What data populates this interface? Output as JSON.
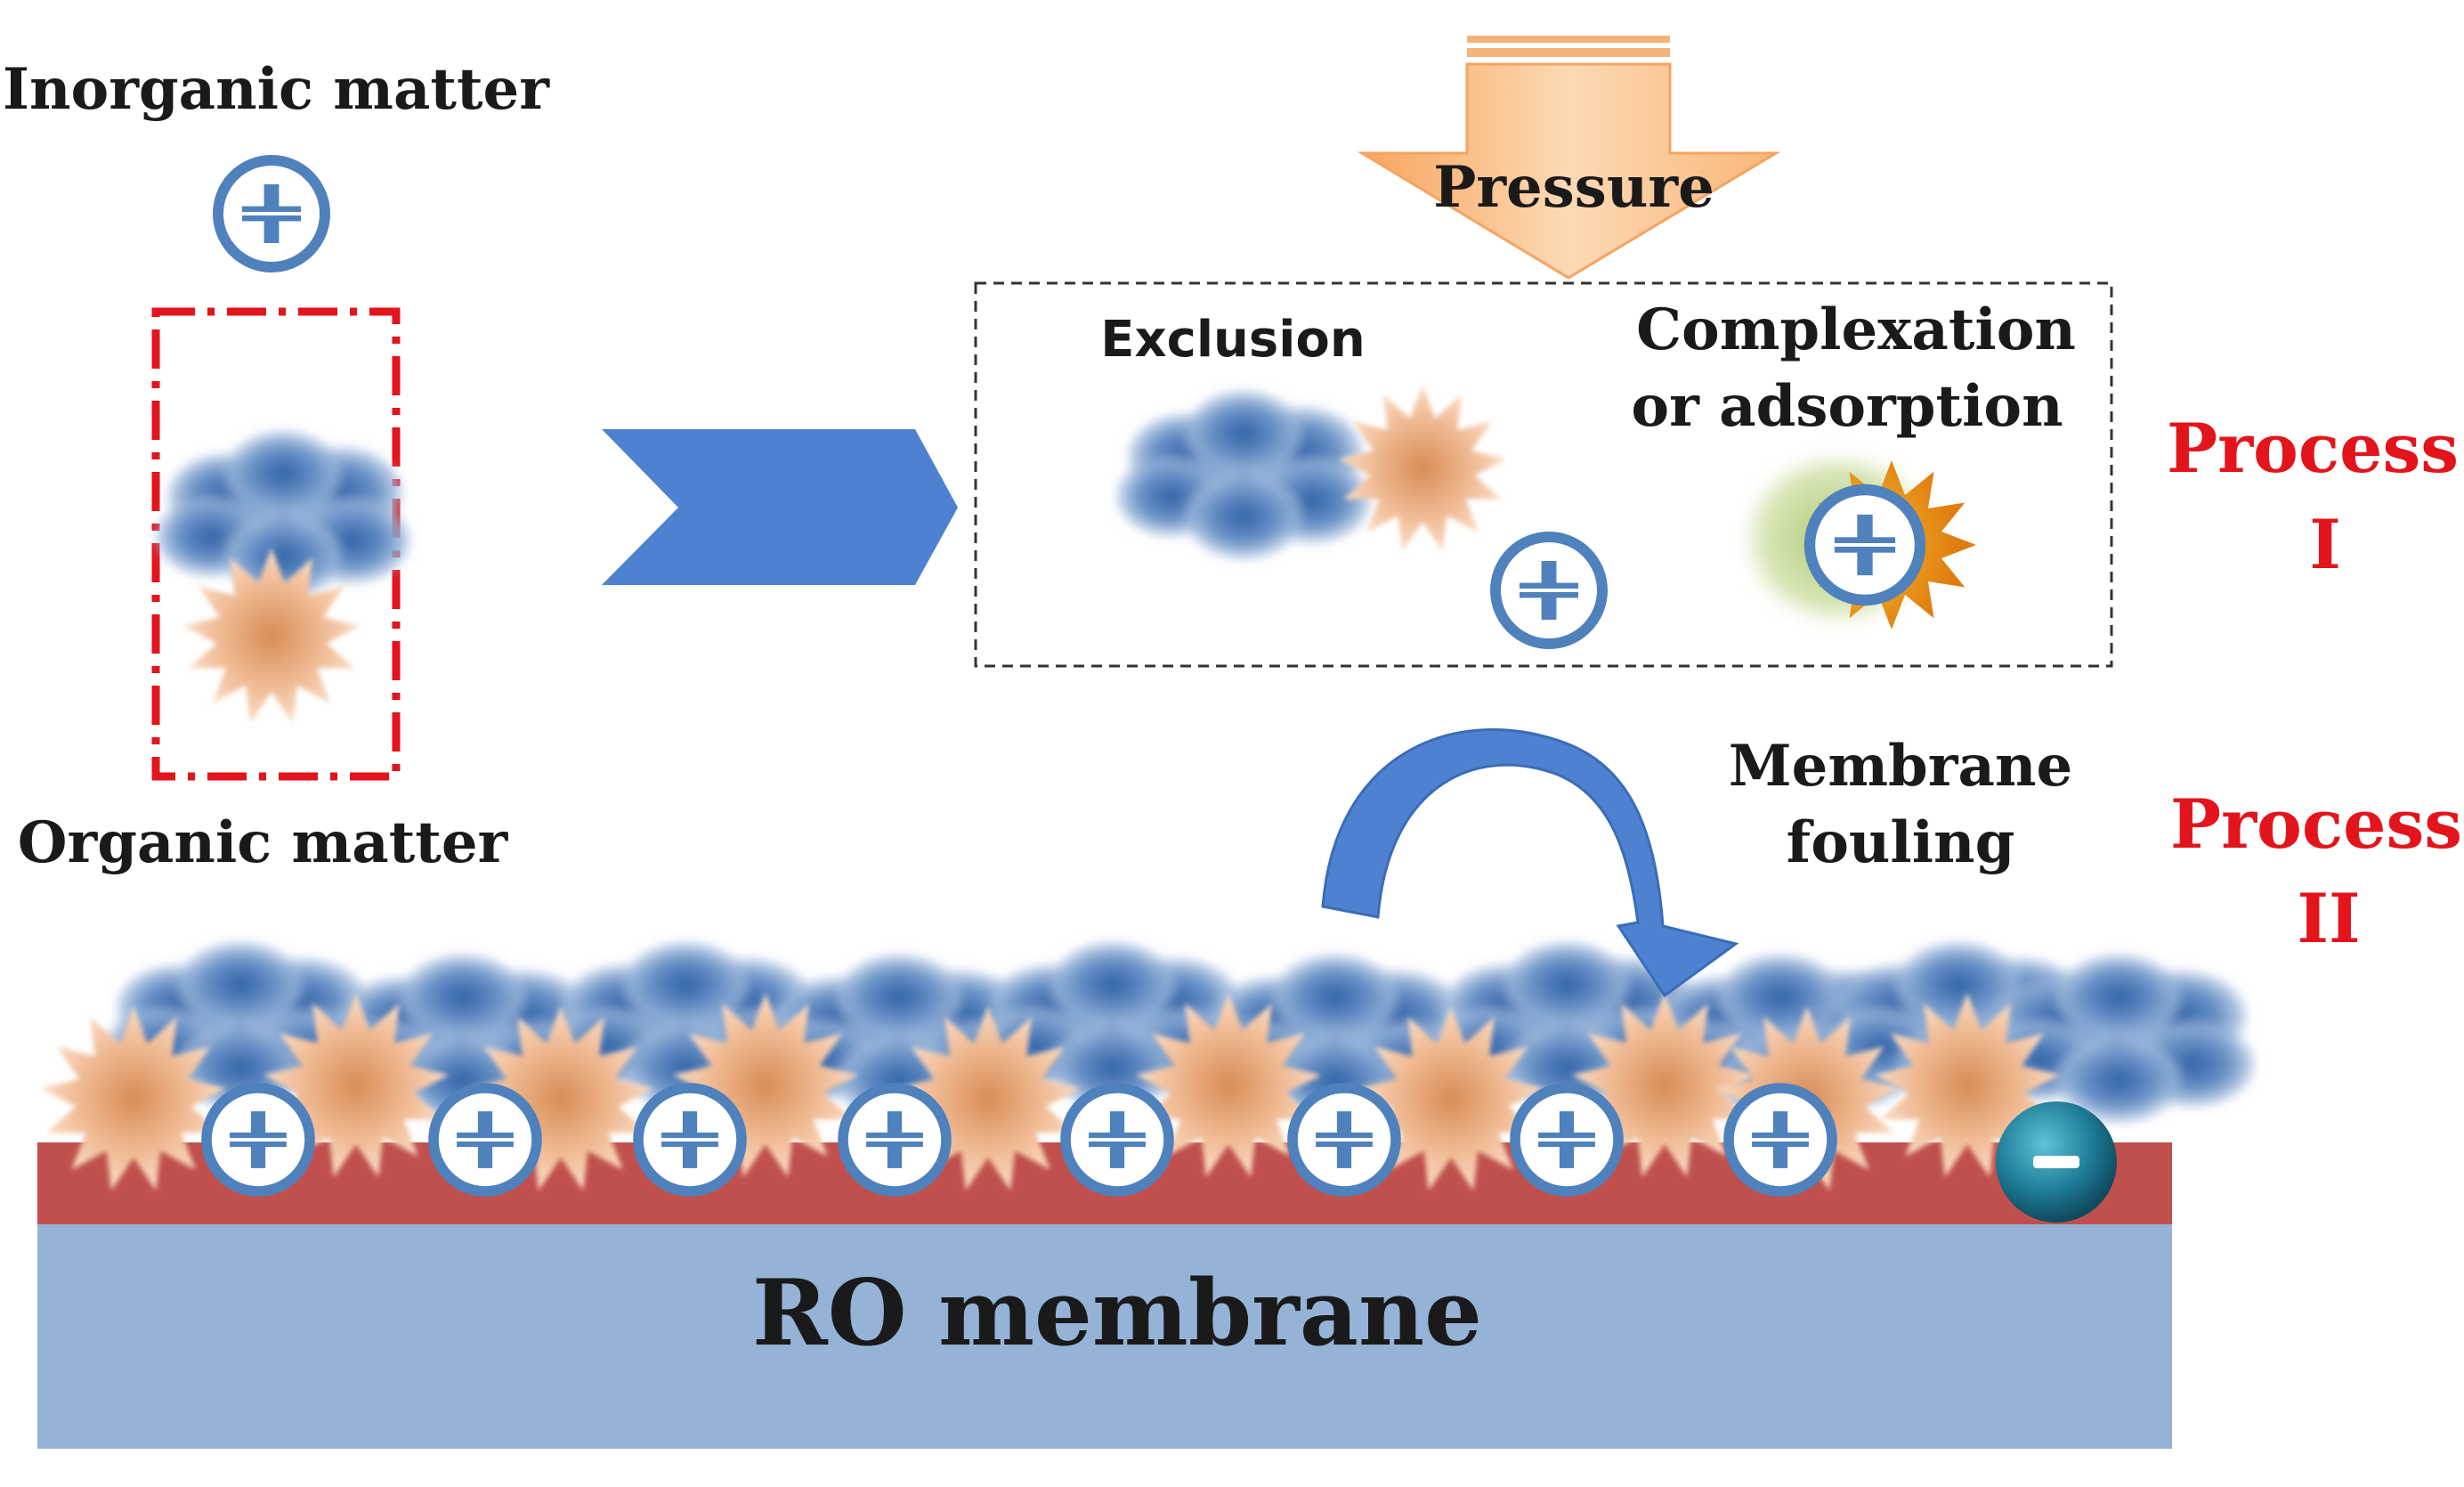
{
  "labels": {
    "inorganic_matter": "Inorganic matter",
    "organic_matter": "Organic matter",
    "pressure": "Pressure",
    "exclusion": "Exclusion",
    "complexation_line1": "Complexation",
    "complexation_line2": "or adsorption",
    "membrane_fouling_line1": "Membrane",
    "membrane_fouling_line2": "fouling",
    "process1_word": "Process",
    "process1_num": "I",
    "process2_word": "Process",
    "process2_num": "II",
    "membrane": "RO membrane"
  },
  "colors": {
    "process_text": "#e3141b",
    "membrane_body": "#95b3d7",
    "membrane_top_layer": "#c0504d",
    "blue_arrow": "#4f81d1",
    "pressure_arrow": "#fbc08c",
    "organic_cloud": "#4f81bd",
    "organic_star": "#e8a87c",
    "complex_halo": "#9bbb59",
    "complex_star": "#f0a020",
    "cation_ring": "#4f81bd",
    "anion_ball": "#1f6f8b"
  },
  "icons": {
    "cation": "plus-circle-icon",
    "anion": "minus-circle-icon",
    "organic_cloud": "blue-cloud-icon",
    "organic_star": "orange-star-icon"
  }
}
